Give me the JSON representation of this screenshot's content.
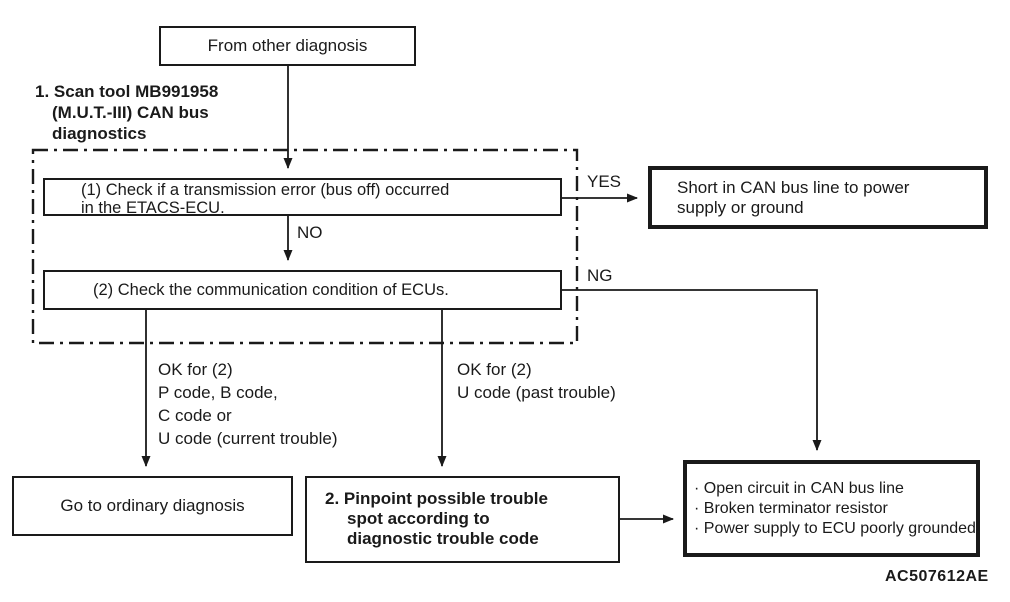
{
  "diagram": {
    "note": {
      "lines": [
        "1. Scan tool MB991958",
        "(M.U.T.-III) CAN bus",
        "diagnostics"
      ]
    },
    "nodes": {
      "start": {
        "text": "From other diagnosis"
      },
      "check1": {
        "lines": [
          "(1) Check if a transmission error (bus off) occurred",
          "in the ETACS-ECU."
        ]
      },
      "check2": {
        "text": "(2) Check the communication condition of ECUs."
      },
      "short_circuit": {
        "lines": [
          "Short in CAN bus line to power",
          "supply or ground"
        ]
      },
      "ordinary": {
        "text": "Go to ordinary diagnosis"
      },
      "pinpoint": {
        "lines": [
          "2. Pinpoint possible trouble",
          "spot according to",
          "diagnostic trouble code"
        ]
      },
      "causes": {
        "items": [
          "· Open circuit in CAN bus line",
          "· Broken terminator resistor",
          "· Power supply to ECU poorly grounded"
        ]
      }
    },
    "edge_labels": {
      "yes": "YES",
      "no": "NO",
      "ng": "NG",
      "ok_left": {
        "lines": [
          "OK for (2)",
          "P code, B code,",
          "C code or",
          "U code (current trouble)"
        ]
      },
      "ok_right": {
        "lines": [
          "OK for (2)",
          "U code (past trouble)"
        ]
      }
    },
    "figure_code": "AC507612AE",
    "colors": {
      "line": "#1a1a1a",
      "background": "#ffffff"
    }
  }
}
